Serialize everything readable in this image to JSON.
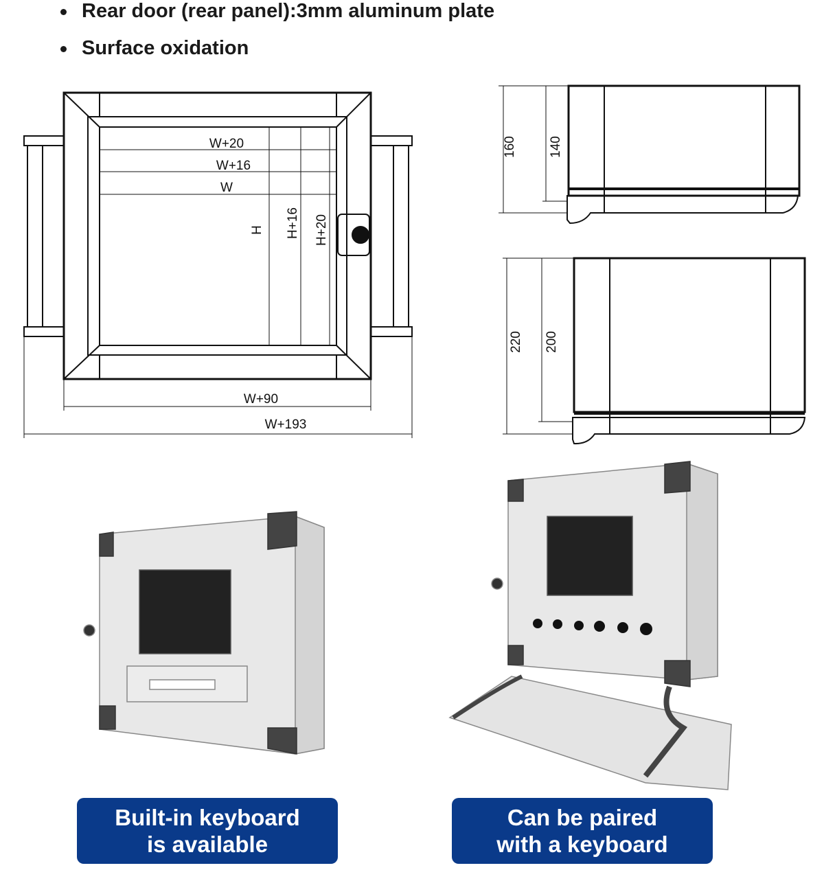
{
  "features": [
    "Rear door (rear panel):3mm aluminum plate",
    "Surface oxidation"
  ],
  "front_drawing": {
    "dims": {
      "w20": "W+20",
      "w16": "W+16",
      "w": "W",
      "h": "H",
      "h16": "H+16",
      "h20": "H+20",
      "w90": "W+90",
      "w193": "W+193"
    }
  },
  "side_view_small": {
    "outer": "160",
    "inner": "140"
  },
  "side_view_large": {
    "outer": "220",
    "inner": "200"
  },
  "products": [
    {
      "caption_line1": "Built-in keyboard",
      "caption_line2": "is available"
    },
    {
      "caption_line1": "Can be paired",
      "caption_line2": "with a keyboard"
    }
  ],
  "colors": {
    "caption_bg": "#0a3a8a",
    "line": "#111111"
  }
}
